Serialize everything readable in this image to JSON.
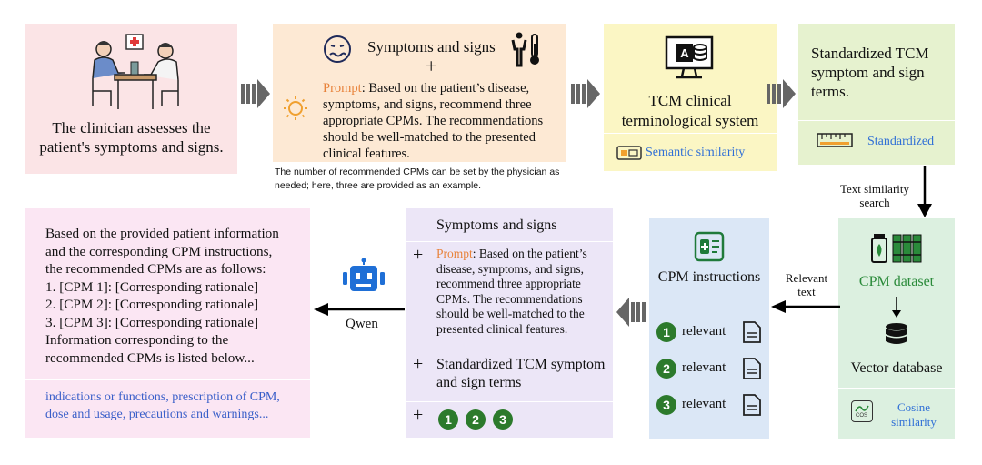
{
  "box1": {
    "text": "The clinician assesses the patient's symptoms and signs."
  },
  "box2": {
    "title": "Symptoms and signs",
    "plus": "+",
    "prompt_label": "Prompt",
    "prompt_text": ": Based on the patient’s disease, symptoms, and signs, recommend three appropriate CPMs. The recommendations should be well-matched to the presented clinical features.",
    "note": "The number of recommended CPMs can be set by the physician as needed; here, three are provided as an example."
  },
  "box3": {
    "title": "TCM clinical terminological system",
    "sub": "Semantic similarity"
  },
  "box4": {
    "title": "Standardized TCM symptom and sign terms.",
    "sub": "Standardized"
  },
  "arrow_text_similarity": "Text similarity search",
  "box5": {
    "title": "CPM dataset",
    "vector": "Vector database",
    "cosine": "Cosine similarity",
    "cos_tag": "COS"
  },
  "relevant_text": "Relevant text",
  "box6": {
    "title": "CPM instructions",
    "items": [
      {
        "num": "1",
        "label": "relevant"
      },
      {
        "num": "2",
        "label": "relevant"
      },
      {
        "num": "3",
        "label": "relevant"
      }
    ]
  },
  "box7": {
    "title": "Symptoms and signs",
    "plus": "+",
    "prompt_label": "Prompt",
    "prompt_text": ": Based on the patient’s disease, symptoms, and signs, recommend three appropriate CPMs. The recommendations should be well-matched to the presented clinical features.",
    "std_title": "Standardized TCM symptom and sign terms",
    "nums": [
      "1",
      "2",
      "3"
    ]
  },
  "qwen": "Qwen",
  "box8": {
    "lines": [
      "Based on the provided patient information",
      "and the corresponding CPM instructions,",
      "the recommended CPMs are as follows:",
      "1. [CPM 1]: [Corresponding rationale]",
      "2. [CPM 2]: [Corresponding rationale]",
      "3. [CPM 3]: [Corresponding rationale]",
      "Information corresponding to the",
      "recommended CPMs is listed below..."
    ],
    "footer": "indications or functions, prescription of CPM, dose and usage, precautions and warnings..."
  }
}
